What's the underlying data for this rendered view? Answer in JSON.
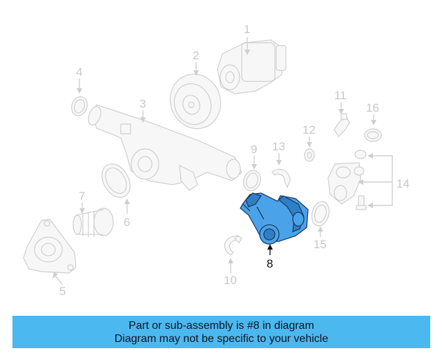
{
  "diagram": {
    "callouts": [
      {
        "id": 1,
        "text": "1"
      },
      {
        "id": 2,
        "text": "2"
      },
      {
        "id": 3,
        "text": "3"
      },
      {
        "id": 4,
        "text": "4"
      },
      {
        "id": 5,
        "text": "5"
      },
      {
        "id": 6,
        "text": "6"
      },
      {
        "id": 7,
        "text": "7"
      },
      {
        "id": 8,
        "text": "8"
      },
      {
        "id": 9,
        "text": "9"
      },
      {
        "id": 10,
        "text": "10"
      },
      {
        "id": 11,
        "text": "11"
      },
      {
        "id": 12,
        "text": "12"
      },
      {
        "id": 13,
        "text": "13"
      },
      {
        "id": 14,
        "text": "14"
      },
      {
        "id": 15,
        "text": "15"
      },
      {
        "id": 16,
        "text": "16"
      }
    ],
    "highlighted_part": "8",
    "colors": {
      "highlight": "#4aa3e8",
      "highlight_outline": "#1b3a66",
      "faded": "#cfcfcf",
      "banner": "#4cb8f0"
    }
  },
  "banner": {
    "line1": "Part or sub-assembly is #8 in diagram",
    "line2": "Diagram may not be specific to your vehicle"
  }
}
